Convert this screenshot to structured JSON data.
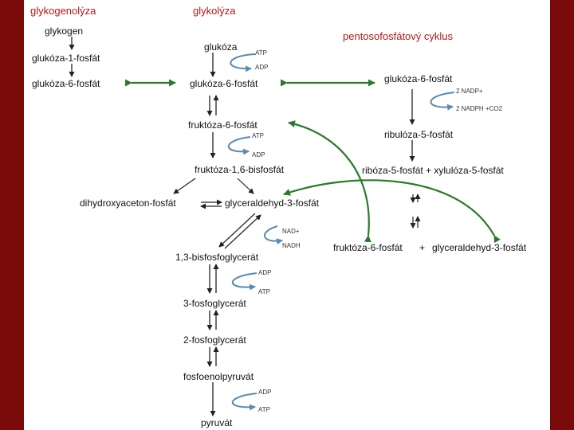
{
  "headers": {
    "glycogenolysis": "glykogenolýza",
    "glycolysis": "glykolýza",
    "ppp": "pentosofosfátový cyklus"
  },
  "left": {
    "glycogen": "glykogen",
    "g1p": "glukóza-1-fosfát",
    "g6p": "glukóza-6-fosfát"
  },
  "glycolysis": {
    "glucose": "glukóza",
    "g6p": "glukóza-6-fosfát",
    "f6p": "fruktóza-6-fosfát",
    "f16bp": "fruktóza-1,6-bisfosfát",
    "dhap": "dihydroxyaceton-fosfát",
    "gap": "glyceraldehyd-3-fosfát",
    "bpg": "1,3-bisfosfoglycerát",
    "pg3": "3-fosfoglycerát",
    "pg2": "2-fosfoglycerát",
    "pep": "fosfoenolpyruvát",
    "pyruvate": "pyruvát"
  },
  "ppp": {
    "g6p": "glukóza-6-fosfát",
    "ru5p": "ribulóza-5-fosfát",
    "pentoses": "ribóza-5-fosfát + xylulóza-5-fosfát",
    "products_f6p": "fruktóza-6-fosfát",
    "plus": "+",
    "products_gap": "glyceraldehyd-3-fosfát"
  },
  "cofactors": {
    "atp1": "ATP",
    "adp1": "ADP",
    "atp2": "ATP",
    "adp2": "ADP",
    "nad": "NAD+",
    "nadh": "NADH",
    "adp3": "ADP",
    "atp3": "ATP",
    "adp4": "ADP",
    "atp4": "ATP",
    "nadp": "2 NADP+",
    "nadph": "2 NADPH +CO2"
  },
  "colors": {
    "header": "#b01818",
    "green_arrow": "#2a7a2a",
    "cofactor_arrow": "#5a8ab0",
    "frame": "#7a0a0a"
  }
}
